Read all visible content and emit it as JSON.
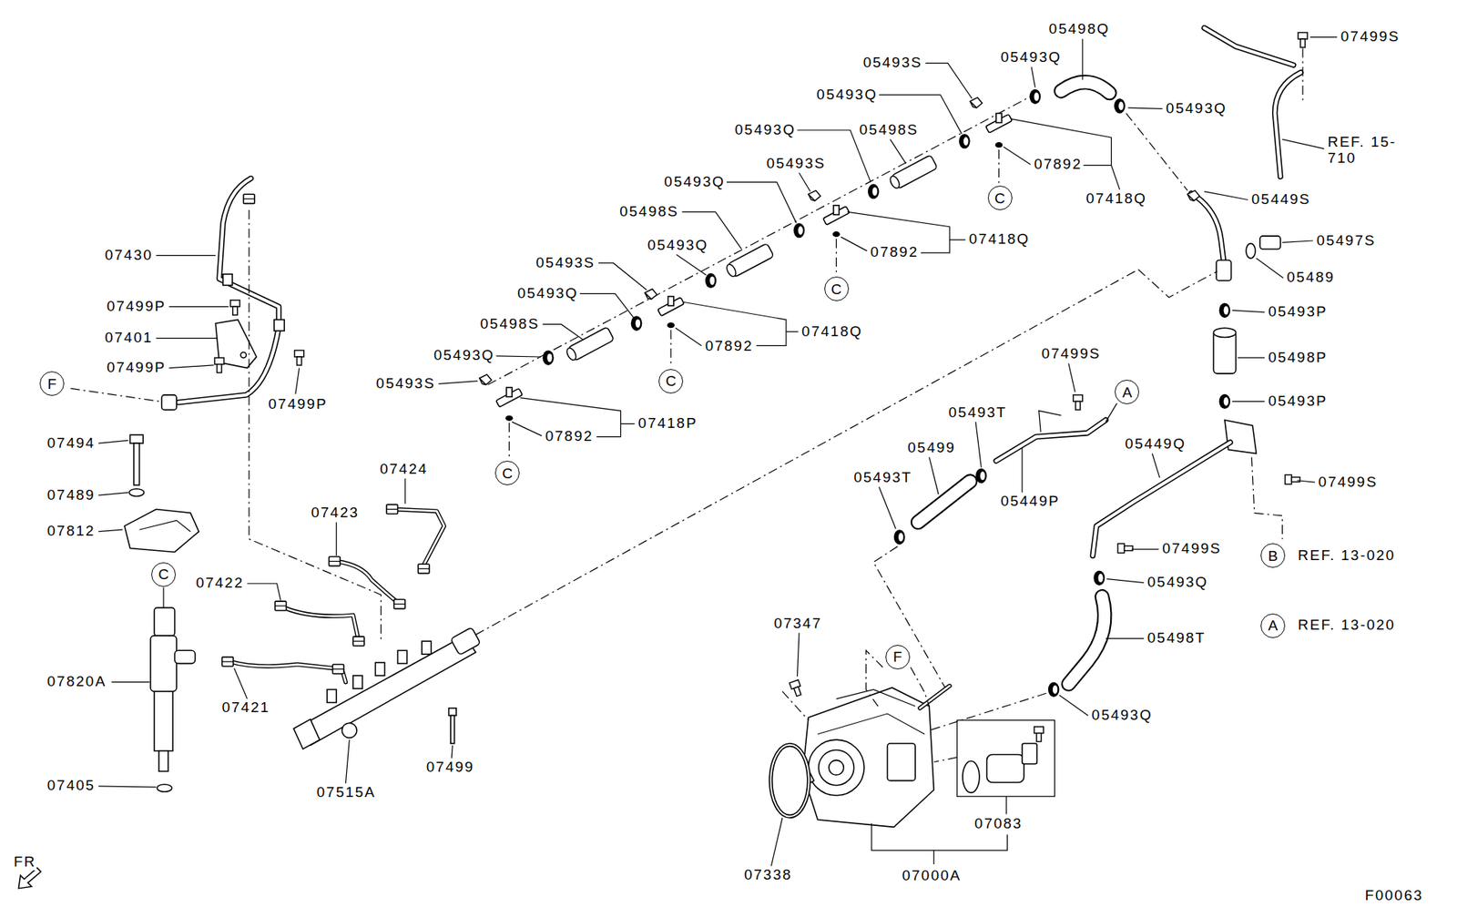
{
  "diagram": {
    "nodes": [
      {
        "text": [
          "C"
        ]
      },
      {
        "text": [
          "C"
        ]
      },
      {
        "text": [
          "C"
        ]
      },
      {
        "text": [
          "F"
        ]
      },
      {
        "text": [
          "A"
        ]
      },
      {
        "text": [
          "C"
        ]
      },
      {
        "text": [
          "B"
        ]
      },
      {
        "text": [
          "C"
        ]
      },
      {
        "text": [
          "A"
        ]
      },
      {
        "text": [
          "F"
        ]
      }
    ],
    "labels": [
      "05498Q",
      "07499S",
      "05493S",
      "05493Q",
      "05493Q",
      "05493Q",
      "05493Q",
      "05498S",
      "REF. 15-710",
      "07892",
      "07418Q",
      "05493S",
      "05449S",
      "05493Q",
      "05498S",
      "07418Q",
      "05497S",
      "05493Q",
      "07892",
      "05493S",
      "07430",
      "05489",
      "07418Q",
      "05493Q",
      "07499P",
      "05493P",
      "07401",
      "05498S",
      "07892",
      "05498P",
      "05493Q",
      "07499P",
      "07499S",
      "05493S",
      "07499P",
      "05493P",
      "05493T",
      "07418P",
      "07892",
      "05499",
      "05449Q",
      "07494",
      "07424",
      "05449P",
      "07499S",
      "05493T",
      "07489",
      "07423",
      "07812",
      "07499S",
      "REF. 13-020",
      "05493Q",
      "07422",
      "REF. 13-020",
      "05498T",
      "07347",
      "07820A",
      "07421",
      "05493Q",
      "07499",
      "07405",
      "07515A",
      "07083",
      "07338",
      "07000A",
      "FR",
      "F00063"
    ]
  }
}
